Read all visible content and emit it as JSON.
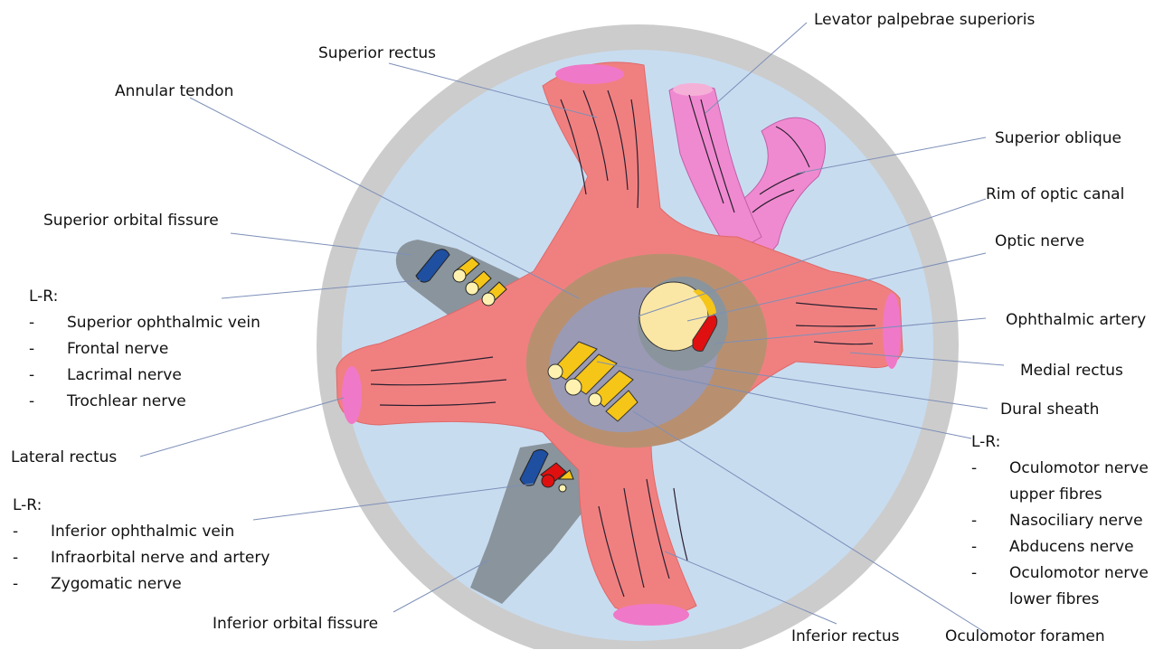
{
  "labels": {
    "superior_rectus": "Superior rectus",
    "levator": "Levator palpebrae superioris",
    "annular_tendon": "Annular tendon",
    "superior_oblique": "Superior oblique",
    "rim_optic_canal": "Rim of optic canal",
    "superior_orbital_fissure": "Superior orbital fissure",
    "optic_nerve": "Optic nerve",
    "ophthalmic_artery": "Ophthalmic artery",
    "medial_rectus": "Medial rectus",
    "dural_sheath": "Dural sheath",
    "lateral_rectus": "Lateral rectus",
    "inferior_orbital_fissure": "Inferior orbital fissure",
    "inferior_rectus": "Inferior rectus",
    "oculomotor_foramen": "Oculomotor foramen"
  },
  "sof_list": {
    "heading": "L-R:",
    "items": [
      "Superior ophthalmic vein",
      "Frontal nerve",
      "Lacrimal nerve",
      "Trochlear nerve"
    ]
  },
  "iof_list": {
    "heading": "L-R:",
    "items": [
      "Inferior ophthalmic vein",
      "Infraorbital nerve and artery",
      "Zygomatic nerve"
    ]
  },
  "foramen_list": {
    "heading": "L-R:",
    "items": [
      "Oculomotor nerve",
      "upper fibres",
      "Nasociliary nerve",
      "Abducens nerve",
      "Oculomotor nerve",
      "lower fibres"
    ]
  },
  "colors": {
    "orbit_rim": "#cccccc",
    "orbit_fill": "#c8dcf0",
    "muscle": "#f08080",
    "muscle_end": "#f078c8",
    "tendon_ring": "#b89070",
    "foramen": "#9a9ab4",
    "fissure": "#8a949c",
    "vein": "#1f4fa0",
    "nerve": "#f5c518",
    "nerve_end": "#fff2b0",
    "artery": "#e01010",
    "optic_nerve": "#fbe7a5",
    "leader": "#7d8fb8"
  }
}
